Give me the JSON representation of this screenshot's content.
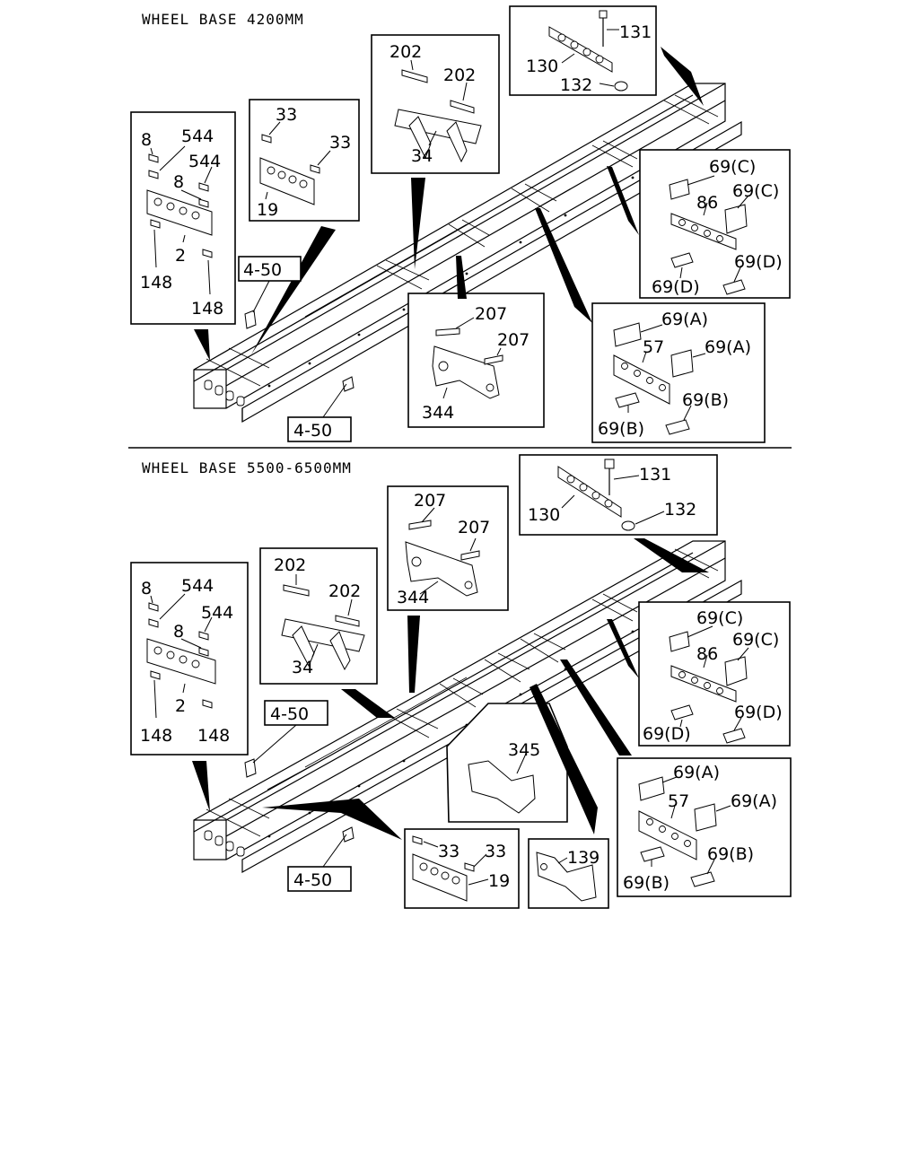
{
  "sections": [
    {
      "title": "WHEEL BASE 4200MM",
      "callouts": {
        "crossmember_front_rear": {
          "part": "2",
          "bolts": [
            "8",
            "544",
            "8",
            "544"
          ],
          "plates": [
            "148",
            "148"
          ]
        },
        "crossmember_19": {
          "part": "19",
          "plates": [
            "33",
            "33"
          ]
        },
        "crossmember_34": {
          "part": "34",
          "plates": [
            "202",
            "202"
          ]
        },
        "rear_bracket": {
          "bracket": "130",
          "bolt": "131",
          "nut": "132"
        },
        "crossmember_86": {
          "part": "86",
          "plates_c": [
            "69(C)",
            "69(C)"
          ],
          "plates_d": [
            "69(D)",
            "69(D)"
          ]
        },
        "crossmember_344": {
          "part": "344",
          "plates": [
            "207",
            "207"
          ]
        },
        "crossmember_57": {
          "part": "57",
          "plates_a": [
            "69(A)",
            "69(A)"
          ],
          "plates_b": [
            "69(B)",
            "69(B)"
          ]
        },
        "ref_top": "4-50",
        "ref_bottom": "4-50"
      }
    },
    {
      "title": "WHEEL BASE 5500-6500MM",
      "callouts": {
        "crossmember_front_rear": {
          "part": "2",
          "bolts": [
            "8",
            "544",
            "8",
            "544"
          ],
          "plates": [
            "148",
            "148"
          ]
        },
        "crossmember_34": {
          "part": "34",
          "plates": [
            "202",
            "202"
          ]
        },
        "crossmember_344": {
          "part": "344",
          "plates": [
            "207",
            "207"
          ]
        },
        "rear_bracket": {
          "bracket": "130",
          "bolt": "131",
          "nut": "132"
        },
        "crossmember_86": {
          "part": "86",
          "plates_c": [
            "69(C)",
            "69(C)"
          ],
          "plates_d": [
            "69(D)",
            "69(D)"
          ]
        },
        "crossmember_345": {
          "part": "345"
        },
        "crossmember_57": {
          "part": "57",
          "plates_a": [
            "69(A)",
            "69(A)"
          ],
          "plates_b": [
            "69(B)",
            "69(B)"
          ]
        },
        "crossmember_19": {
          "part": "19",
          "plates": [
            "33",
            "33"
          ]
        },
        "crossmember_139": {
          "part": "139"
        },
        "ref_top": "4-50",
        "ref_bottom": "4-50"
      }
    }
  ]
}
